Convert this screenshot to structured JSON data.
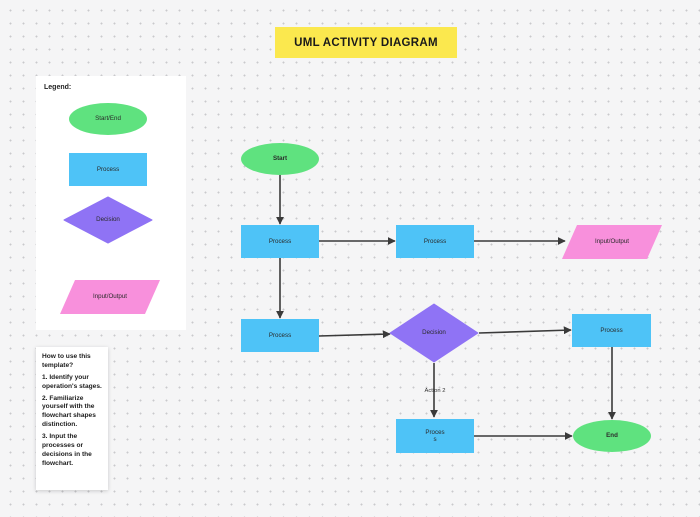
{
  "title": "UML ACTIVITY DIAGRAM",
  "legend": {
    "heading": "Legend:",
    "start_end": "Start/End",
    "process": "Process",
    "decision": "Decision",
    "input_output": "Input/Output"
  },
  "instructions": {
    "heading": "How to use this template?",
    "step1": "1. Identify your operation's stages.",
    "step2": "2. Familiarize yourself with the flowchart shapes distinction.",
    "step3": "3. Input the processes or decisions in the flowchart."
  },
  "diagram": {
    "start": "Start",
    "process_a": "Process",
    "process_b": "Process",
    "input_output": "Input/Output",
    "process_c": "Process",
    "decision": "Decision",
    "process_d": "Process",
    "process_e_line1": "Proces",
    "process_e_line2": "s",
    "end": "End",
    "action_label": "Action 2"
  },
  "colors": {
    "start_end": "#5fe27f",
    "process": "#4ec3f7",
    "decision": "#8f73f5",
    "input_output": "#f890dc",
    "title_bg": "#fbe84e"
  }
}
